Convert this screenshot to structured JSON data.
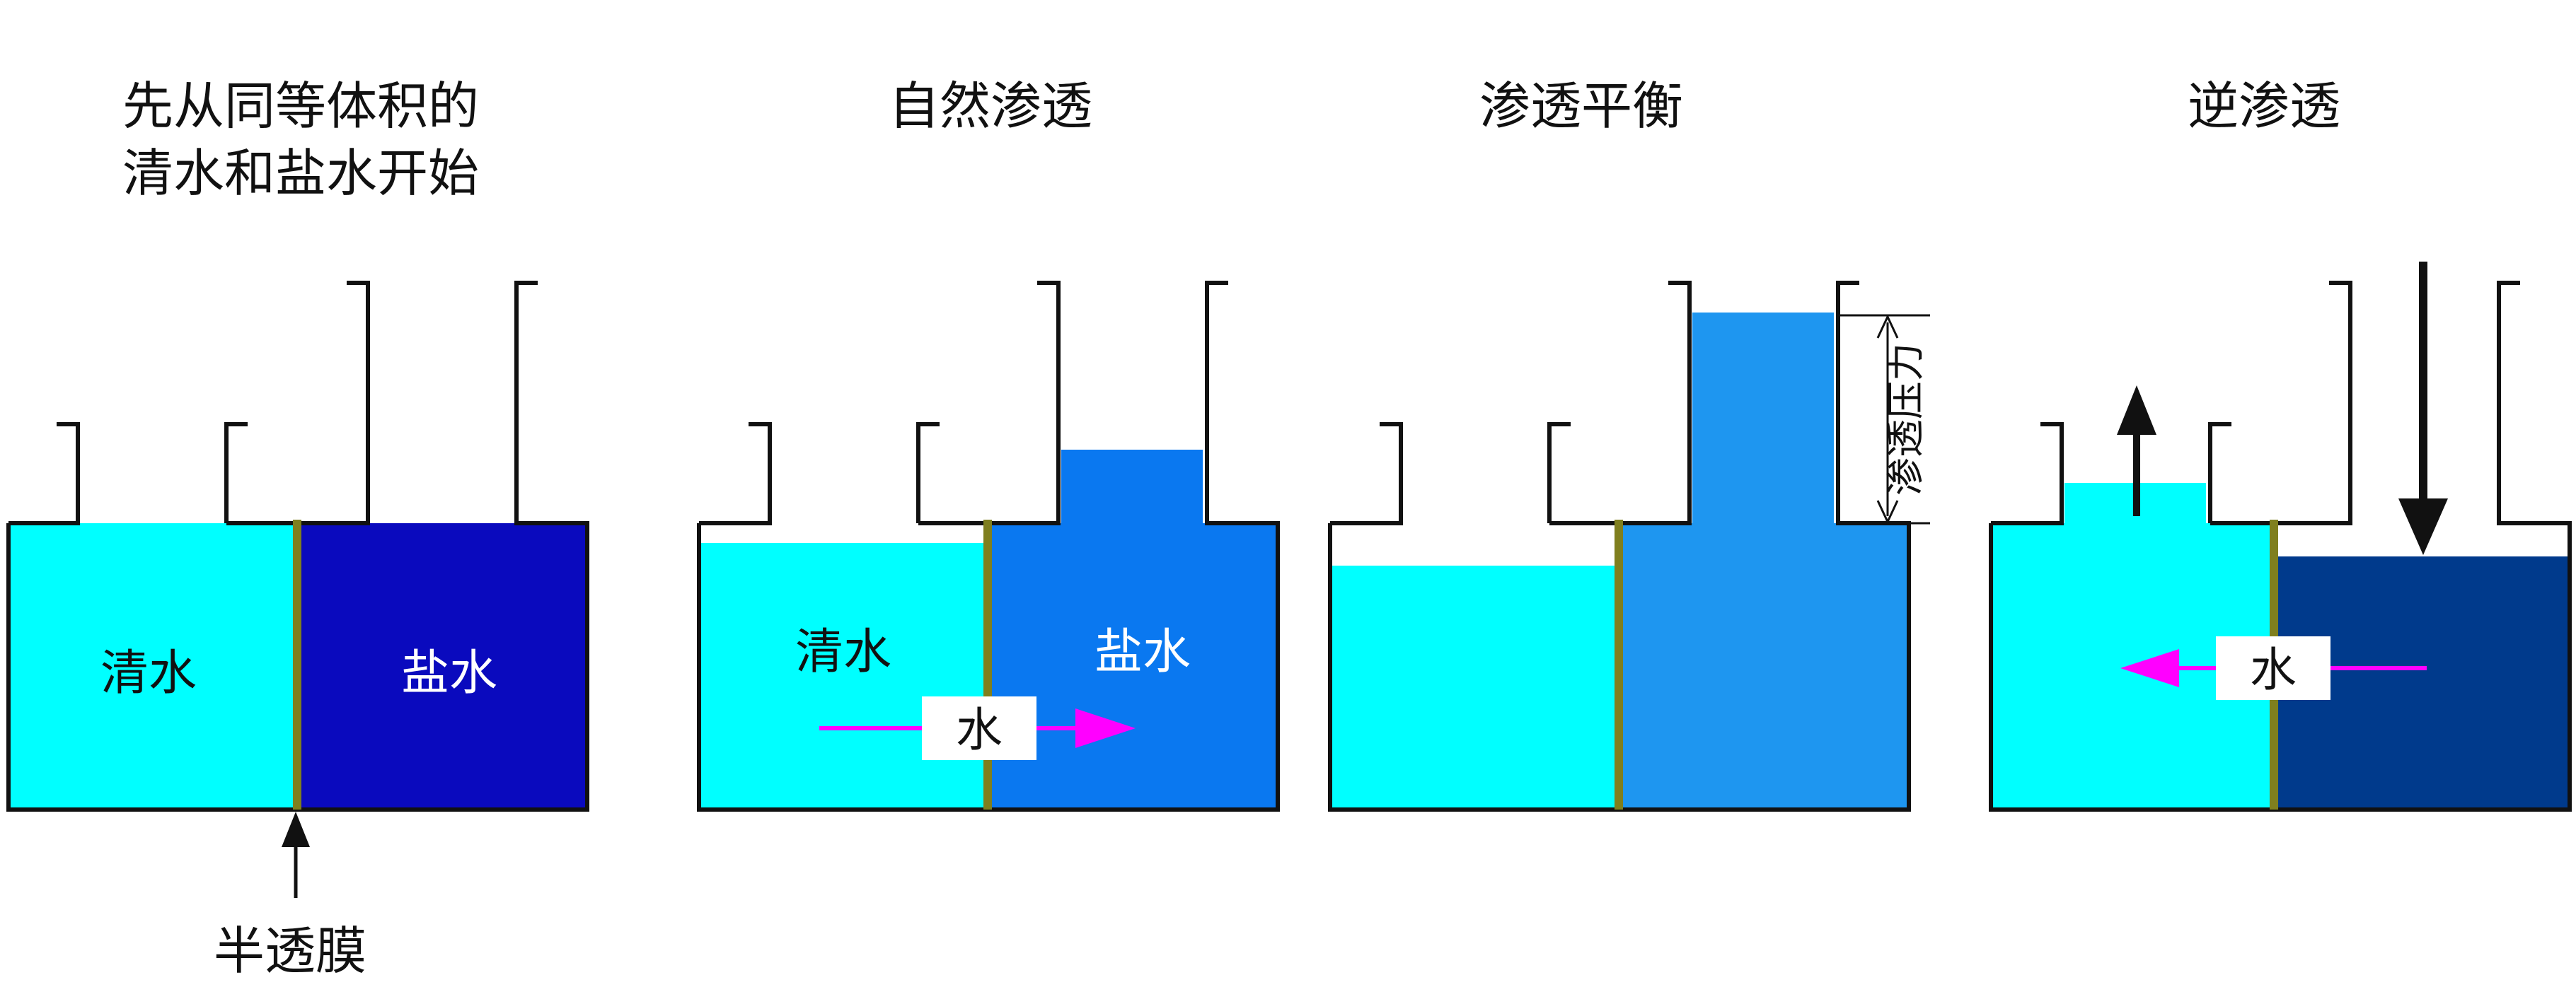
{
  "colors": {
    "fresh_water": "#00FFFF",
    "salt_water_initial": "#0A0ABE",
    "salt_water_osmosis": "#0A78F0",
    "salt_water_equilibrium": "#1E96F0",
    "salt_water_reverse": "#003A8C",
    "membrane": "#7F7F1E",
    "flow_arrow": "#FF00FF",
    "tank_outline": "#111111"
  },
  "panels": [
    {
      "title_lines": [
        "先从同等体积的",
        "清水和盐水开始"
      ],
      "left_label": "清水",
      "right_label": "盐水"
    },
    {
      "title_lines": [
        "自然渗透"
      ],
      "left_label": "清水",
      "right_label": "盐水",
      "flow_label": "水",
      "flow_direction": "left-to-right"
    },
    {
      "title_lines": [
        "渗透平衡"
      ],
      "pressure_label": "渗透压力"
    },
    {
      "title_lines": [
        "逆渗透"
      ],
      "flow_label": "水",
      "flow_direction": "right-to-left",
      "applied_pressure_icon": "arrow-down-icon",
      "rising_water_icon": "arrow-up-icon"
    }
  ],
  "membrane_label": "半透膜"
}
